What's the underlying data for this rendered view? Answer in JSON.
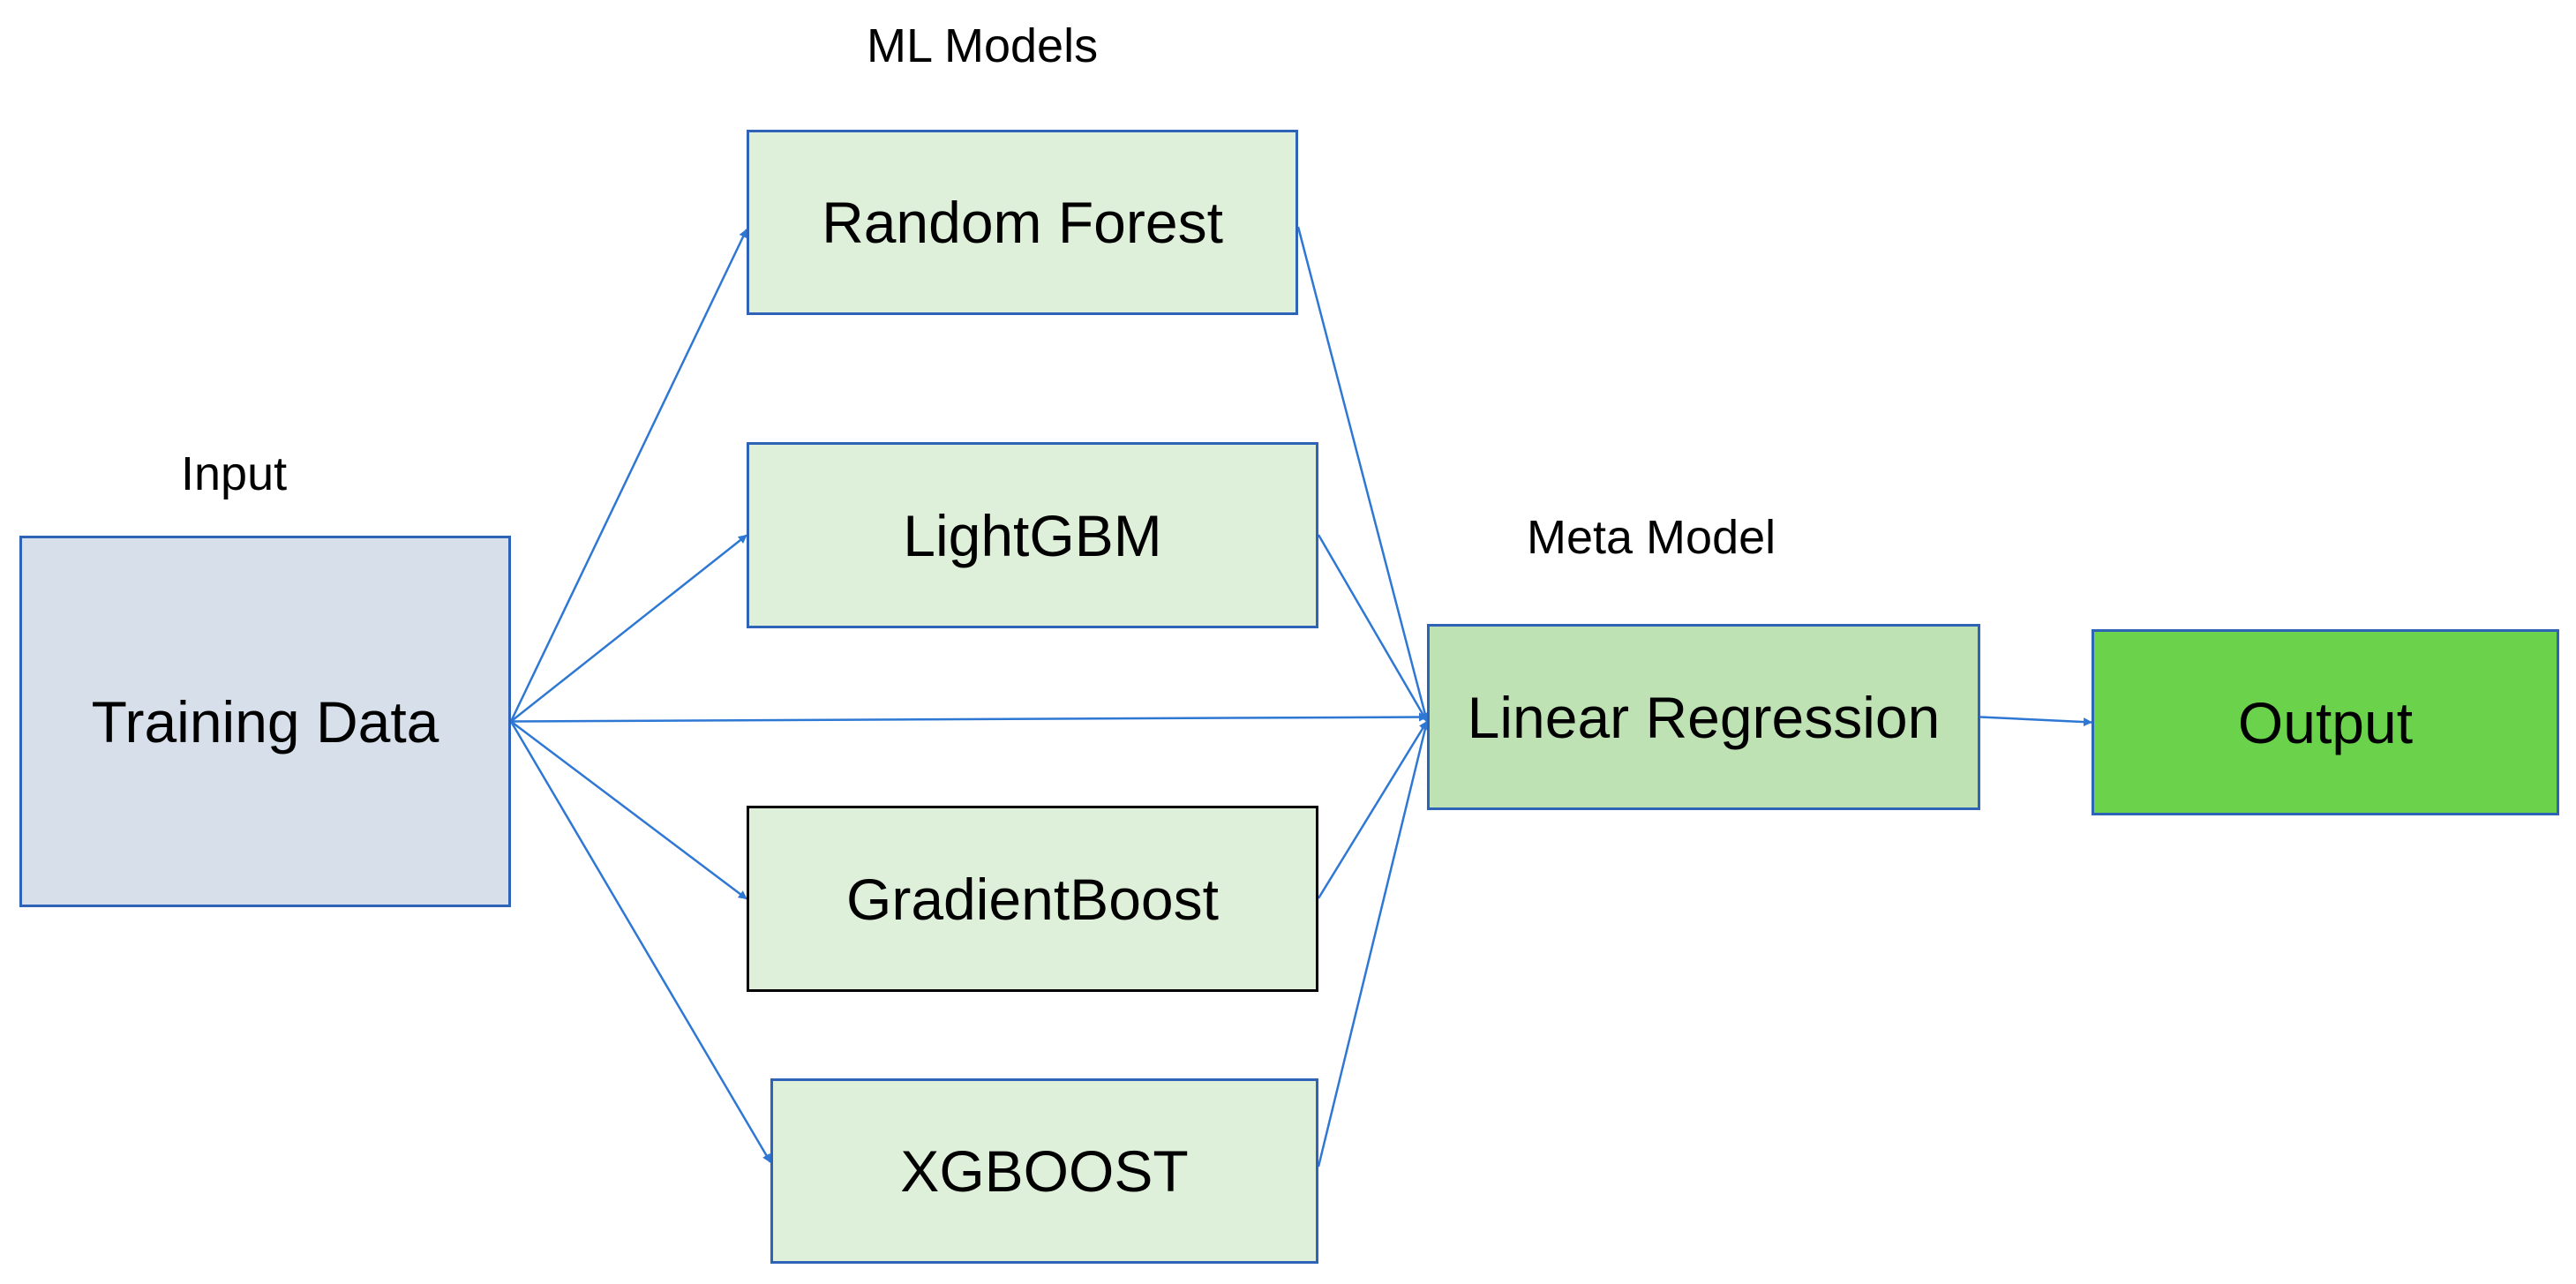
{
  "labels": {
    "input": "Input",
    "ml_models": "ML Models",
    "meta_model": "Meta Model"
  },
  "nodes": {
    "training_data": "Training Data",
    "random_forest": "Random Forest",
    "lightgbm": "LightGBM",
    "gradientboost": "GradientBoost",
    "xgboost": "XGBOOST",
    "linear_regression": "Linear Regression",
    "output": "Output"
  },
  "colors": {
    "input_fill": "#d6dfea",
    "input_border": "#2e63b8",
    "model_fill": "#dff0da",
    "model_border": "#2e63b8",
    "gradientboost_border": "#000000",
    "meta_fill": "#bfe2b5",
    "output_fill": "#6bd24b",
    "arrow": "#2e78d4"
  },
  "edges": [
    {
      "from": "training_data",
      "to": "random_forest"
    },
    {
      "from": "training_data",
      "to": "lightgbm"
    },
    {
      "from": "training_data",
      "to": "linear_regression"
    },
    {
      "from": "training_data",
      "to": "gradientboost"
    },
    {
      "from": "training_data",
      "to": "xgboost"
    },
    {
      "from": "random_forest",
      "to": "linear_regression"
    },
    {
      "from": "lightgbm",
      "to": "linear_regression"
    },
    {
      "from": "gradientboost",
      "to": "linear_regression"
    },
    {
      "from": "xgboost",
      "to": "linear_regression"
    },
    {
      "from": "linear_regression",
      "to": "output"
    }
  ]
}
